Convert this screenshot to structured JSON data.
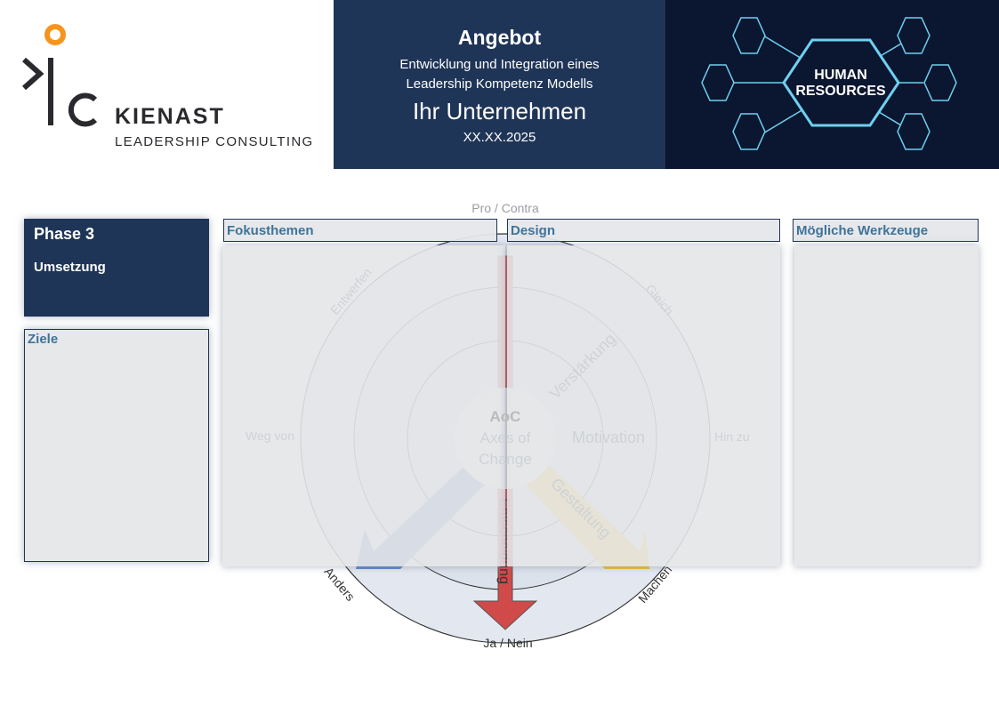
{
  "logo": {
    "brand": "KIENAST",
    "subtitle": "LEADERSHIP CONSULTING"
  },
  "header": {
    "title": "Angebot",
    "line1": "Entwicklung und Integration eines",
    "line2": "Leadership Kompetenz Modells",
    "company": "Ihr Unternehmen",
    "date": "XX.XX.2025"
  },
  "hero_image": {
    "text1": "HUMAN",
    "text2": "RESOURCES"
  },
  "phase": {
    "title": "Phase 3",
    "subtitle": "Umsetzung"
  },
  "panels": {
    "ziele": "Ziele",
    "fokus": "Fokusthemen",
    "design": "Design",
    "werkzeuge": "Mögliche Werkzeuge"
  },
  "diagram": {
    "center1": "AoC",
    "center2": "Axes of",
    "center3": "Change",
    "top": "Pro / Contra",
    "bottom": "Ja / Nein",
    "left": "Weg von",
    "right": "Hin zu",
    "tl": "Entwerfen",
    "tr": "Gleich",
    "bl": "Anders",
    "br": "Machen",
    "motivation": "Motivation",
    "verstaerkung": "Verstärkung",
    "gestaltung": "Gestaltung",
    "entscheidung": "Entscheidung"
  },
  "colors": {
    "navy": "#1f3557",
    "accent": "#3f7399",
    "red": "#d04a4a",
    "orange": "#f7a21b"
  }
}
